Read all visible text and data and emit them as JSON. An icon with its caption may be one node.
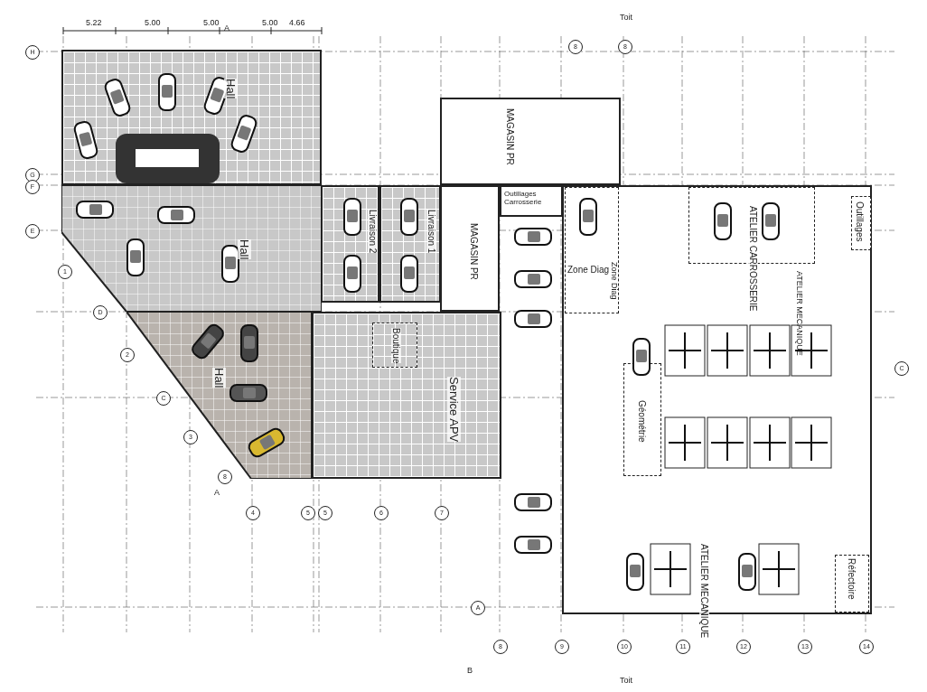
{
  "diagram": {
    "nodes": [
      {
        "text": [
          "Hall"
        ]
      },
      {
        "text": [
          "Hall"
        ]
      },
      {
        "text": [
          "Hall"
        ]
      },
      {
        "text": [
          "Livraison 2"
        ]
      },
      {
        "text": [
          "Livraison 1"
        ]
      },
      {
        "text": [
          "MAGASIN PR"
        ]
      },
      {
        "text": [
          "MAGASIN PR"
        ]
      },
      {
        "text": [
          "Outillages Carrosserie"
        ]
      },
      {
        "text": [
          "Zone Diag"
        ],
        "in": 9
      },
      {
        "text": [
          "ATELIER MECANIQUE"
        ]
      },
      {
        "text": [
          "ATELIER CARROSSERIE"
        ],
        "in": 9
      },
      {
        "text": [
          "Géométrie"
        ],
        "in": 9
      },
      {
        "text": [
          "Outillages"
        ],
        "in": 9
      },
      {
        "text": [
          "Service APV"
        ]
      },
      {
        "text": [
          "Boutique"
        ],
        "in": 13
      },
      {
        "text": [
          "Réfectoire"
        ],
        "in": 9
      }
    ],
    "edges": [],
    "labels": [
      "5.22",
      "5.00",
      "5.00",
      "5.00",
      "4.66",
      "A",
      "Toit",
      "8",
      "8",
      "H",
      "G",
      "F",
      "E",
      "1",
      "D",
      "2",
      "C",
      "3",
      "8",
      "A",
      "ATELIER MECANIQUE",
      "Zone Diag",
      "C",
      "4",
      "5",
      "5",
      "6",
      "7",
      "8",
      "9",
      "10",
      "11",
      "12",
      "13",
      "14",
      "A",
      "B",
      "Toit"
    ]
  }
}
